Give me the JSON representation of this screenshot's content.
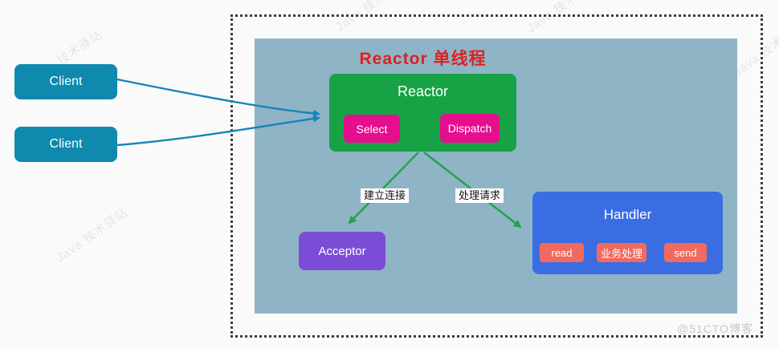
{
  "diagram": {
    "title": "Reactor 单线程",
    "clients": [
      {
        "label": "Client"
      },
      {
        "label": "Client"
      }
    ],
    "reactor": {
      "label": "Reactor",
      "buttons": [
        {
          "label": "Select"
        },
        {
          "label": "Dispatch"
        }
      ]
    },
    "acceptor": {
      "label": "Acceptor"
    },
    "handler": {
      "label": "Handler",
      "buttons": [
        {
          "label": "read"
        },
        {
          "label": "业务处理"
        },
        {
          "label": "send"
        }
      ]
    },
    "edge_labels": [
      {
        "text": "建立连接"
      },
      {
        "text": "处理请求"
      }
    ],
    "colors": {
      "title_red": "#e02020",
      "panel_bg": "#8fb4c6",
      "client_box": "#0f89ae",
      "reactor_box": "#16a245",
      "reactor_chip": "#e50f8e",
      "acceptor_box": "#7b4dd6",
      "handler_box": "#3b6de2",
      "handler_chip": "#f16a5f",
      "client_arrow": "#1585bb",
      "flow_arrow": "#22a24b"
    }
  },
  "watermarks": {
    "diagonal_text": "Java 技术驿站",
    "credit": "@51CTO博客"
  }
}
